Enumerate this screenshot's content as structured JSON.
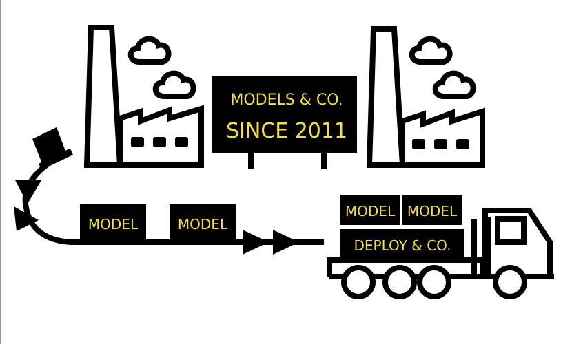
{
  "colors": {
    "ink": "#000000",
    "label_text": "#f4e03a",
    "background": "#ffffff"
  },
  "sign": {
    "line1": "MODELS & CO.",
    "line2": "SINCE 2011"
  },
  "conveyor": {
    "boxes": [
      "MODEL",
      "MODEL"
    ]
  },
  "truck": {
    "cargo": [
      "MODEL",
      "MODEL"
    ],
    "trailer_label": "DEPLOY & CO."
  },
  "icons": [
    "factory-icon",
    "chimney-icon",
    "cloud-icon",
    "top-hat-icon",
    "arrow-icon",
    "truck-icon",
    "wheel-icon"
  ]
}
